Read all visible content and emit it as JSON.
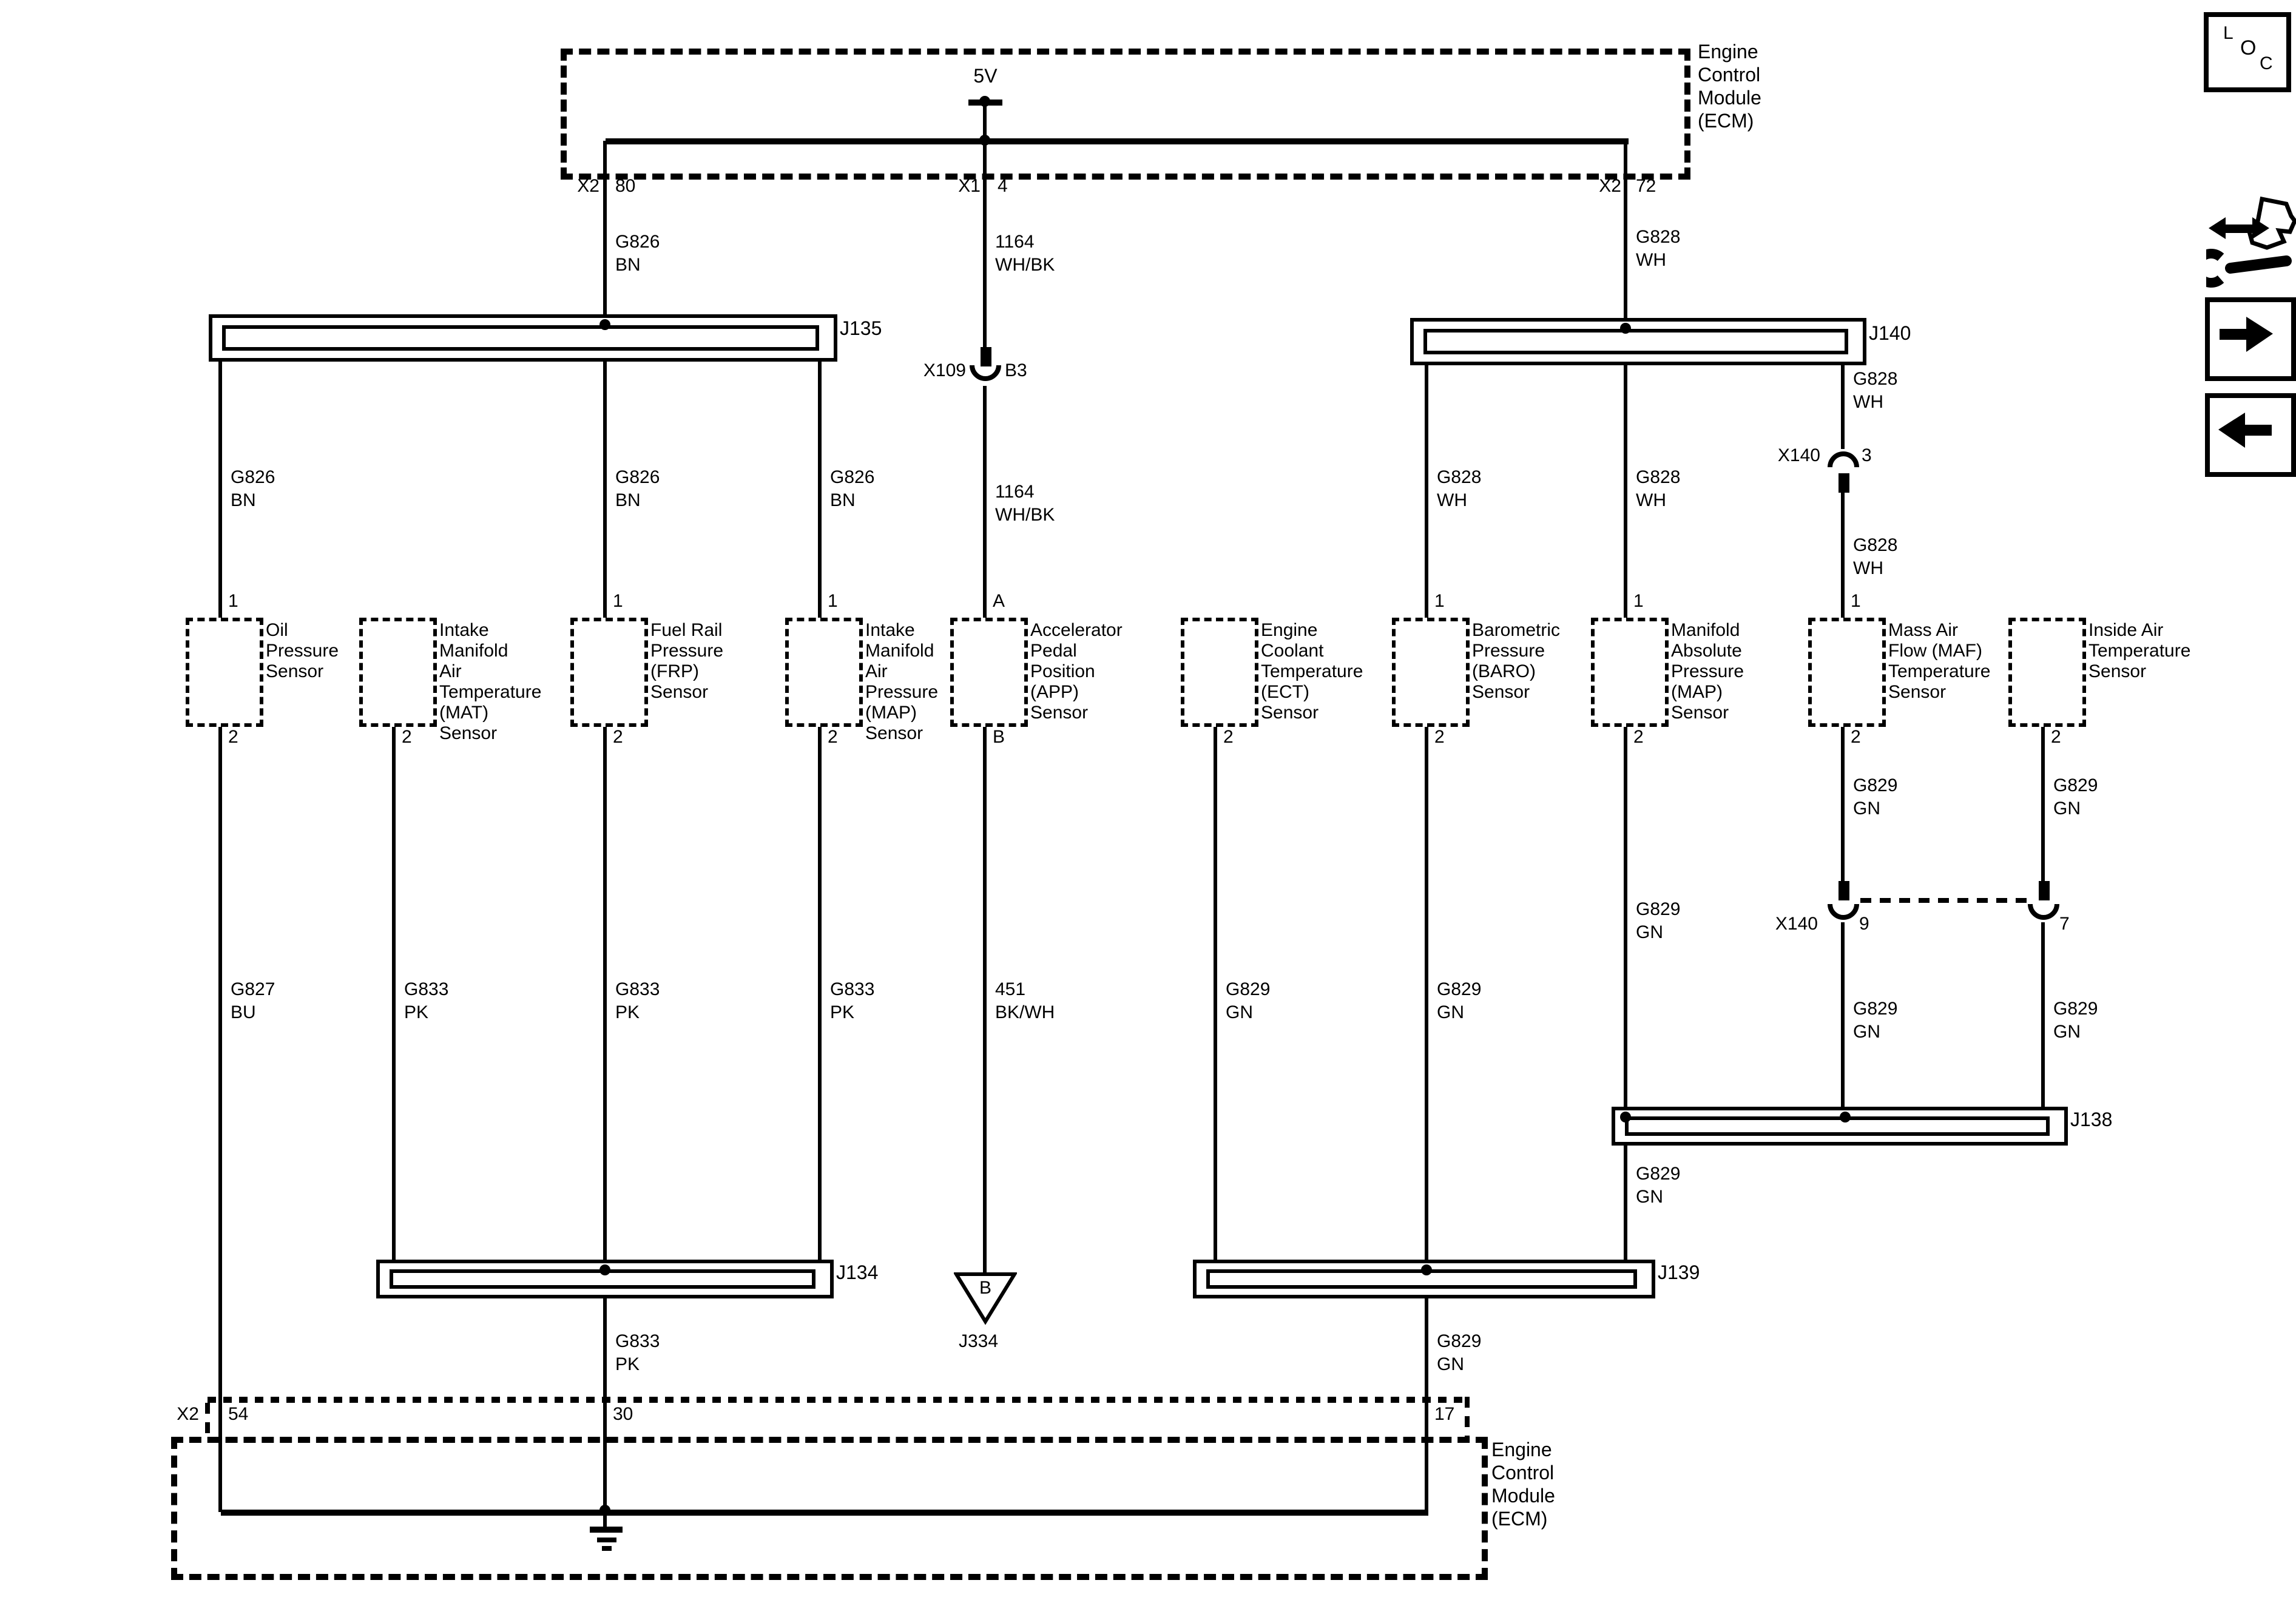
{
  "ecm_top": {
    "name_lines": [
      "Engine",
      "Control",
      "Module",
      "(ECM)"
    ],
    "supply": "5V",
    "pins": [
      {
        "connector": "X2",
        "terminal": "80"
      },
      {
        "connector": "X1",
        "terminal": "4"
      },
      {
        "connector": "X2",
        "terminal": "72"
      }
    ]
  },
  "ecm_bottom": {
    "name_lines": [
      "Engine",
      "Control",
      "Module",
      "(ECM)"
    ],
    "connector": "X2",
    "terminals": [
      "54",
      "30",
      "17"
    ]
  },
  "splices": {
    "j135": "J135",
    "j140": "J140",
    "j138": "J138",
    "j139": "J139",
    "j134": "J134"
  },
  "inline_connectors": {
    "x109": {
      "id": "X109",
      "cavity": "B3"
    },
    "x140_3": {
      "id": "X140",
      "cavity": "3"
    },
    "x140_9": {
      "id": "X140",
      "cavity": "9"
    },
    "x140_7": {
      "id": "X140",
      "cavity": "7"
    }
  },
  "ground": {
    "id": "J334",
    "label": "B"
  },
  "sensors": [
    {
      "lines": [
        "Oil",
        "Pressure",
        "Sensor"
      ],
      "top_pin": "1",
      "bottom_pin": "2"
    },
    {
      "lines": [
        "Intake",
        "Manifold",
        "Air",
        "Temperature",
        "(MAT)",
        "Sensor"
      ],
      "top_pin": "",
      "bottom_pin": "2"
    },
    {
      "lines": [
        "Fuel Rail",
        "Pressure",
        "(FRP)",
        "Sensor"
      ],
      "top_pin": "1",
      "bottom_pin": "2"
    },
    {
      "lines": [
        "Intake",
        "Manifold",
        "Air",
        "Pressure",
        "(MAP)",
        "Sensor"
      ],
      "top_pin": "1",
      "bottom_pin": "2"
    },
    {
      "lines": [
        "Accelerator",
        "Pedal",
        "Position",
        "(APP)",
        "Sensor"
      ],
      "top_pin": "A",
      "bottom_pin": "B"
    },
    {
      "lines": [
        "Engine",
        "Coolant",
        "Temperature",
        "(ECT)",
        "Sensor"
      ],
      "top_pin": "",
      "bottom_pin": "2"
    },
    {
      "lines": [
        "Barometric",
        "Pressure",
        "(BARO)",
        "Sensor"
      ],
      "top_pin": "1",
      "bottom_pin": "2"
    },
    {
      "lines": [
        "Manifold",
        "Absolute",
        "Pressure",
        "(MAP)",
        "Sensor"
      ],
      "top_pin": "1",
      "bottom_pin": "2"
    },
    {
      "lines": [
        "Mass Air",
        "Flow (MAF)",
        "Temperature",
        "Sensor"
      ],
      "top_pin": "1",
      "bottom_pin": "2"
    },
    {
      "lines": [
        "Inside Air",
        "Temperature",
        "Sensor"
      ],
      "top_pin": "",
      "bottom_pin": "2"
    }
  ],
  "wire_labels": {
    "g826bn": [
      "G826",
      "BN"
    ],
    "g827bu": [
      "G827",
      "BU"
    ],
    "g828wh": [
      "G828",
      "WH"
    ],
    "g829gn": [
      "G829",
      "GN"
    ],
    "g833pk": [
      "G833",
      "PK"
    ],
    "w1164": [
      "1164",
      "WH/BK"
    ],
    "w451": [
      "451",
      "BK/WH"
    ]
  },
  "legend": {
    "loc": [
      "L",
      "O",
      "C"
    ]
  }
}
